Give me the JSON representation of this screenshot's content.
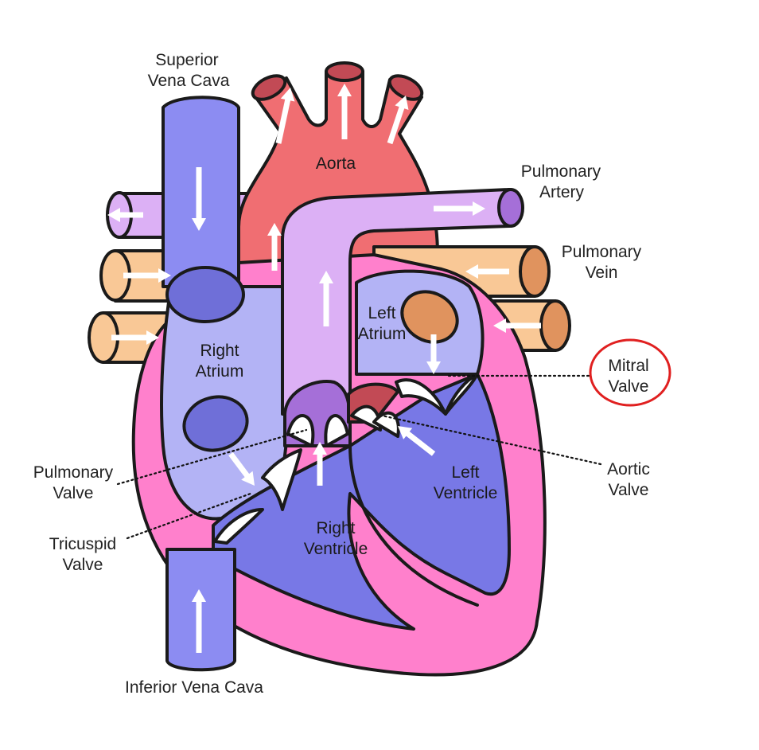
{
  "colors": {
    "vena_cava": "#8c8cf2",
    "right_atrium": "#b3b3f5",
    "ventricle": "#7878e6",
    "heart_wall": "#ff80cc",
    "aorta": "#f06e72",
    "aorta_dark": "#c24a55",
    "pulmonary_artery": "#dcb0f5",
    "pulmonary_artery_dark": "#a56fd8",
    "pulmonary_vein": "#f9c896",
    "pulmonary_vein_dark": "#e0935e",
    "highlight_circle": "#e02020"
  },
  "labels": {
    "superior_vena_cava": [
      "Superior",
      "Vena Cava"
    ],
    "aorta": "Aorta",
    "pulmonary_artery": [
      "Pulmonary",
      "Artery"
    ],
    "pulmonary_vein": [
      "Pulmonary",
      "Vein"
    ],
    "left_atrium": [
      "Left",
      "Atrium"
    ],
    "right_atrium": [
      "Right",
      "Atrium"
    ],
    "mitral_valve": [
      "Mitral",
      "Valve"
    ],
    "aortic_valve": [
      "Aortic",
      "Valve"
    ],
    "pulmonary_valve": [
      "Pulmonary",
      "Valve"
    ],
    "tricuspid_valve": [
      "Tricuspid",
      "Valve"
    ],
    "left_ventricle": [
      "Left",
      "Ventricle"
    ],
    "right_ventricle": [
      "Right",
      "Ventricle"
    ],
    "inferior_vena_cava": "Inferior Vena Cava"
  },
  "highlighted_label": "mitral_valve"
}
